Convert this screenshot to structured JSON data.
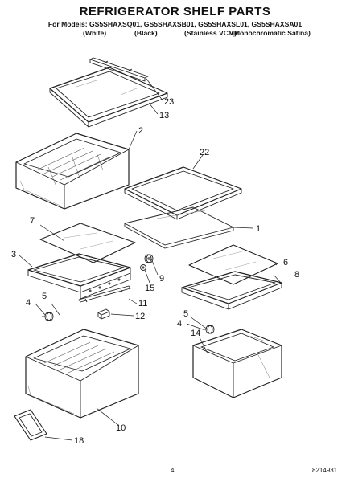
{
  "header": {
    "title": "REFRIGERATOR SHELF PARTS",
    "models_line": "For Models: GS5SHAXSQ01, GS5SHAXSB01, GS5SHAXSL01, GS5SHAXSA01",
    "colors": [
      "(White)",
      "(Black)",
      "(Stainless VCM)",
      "(Monochromatic Satina)"
    ]
  },
  "callouts": {
    "c23": "23",
    "c13": "13",
    "c2": "2",
    "c22": "22",
    "c1": "1",
    "c7": "7",
    "c3": "3",
    "c9": "9",
    "c15": "15",
    "c6": "6",
    "c8": "8",
    "c5a": "5",
    "c4a": "4",
    "c11": "11",
    "c12": "12",
    "c5b": "5",
    "c4b": "4",
    "c14": "14",
    "c10": "10",
    "c18": "18"
  },
  "footer": {
    "page": "4",
    "doc_number": "8214931"
  }
}
